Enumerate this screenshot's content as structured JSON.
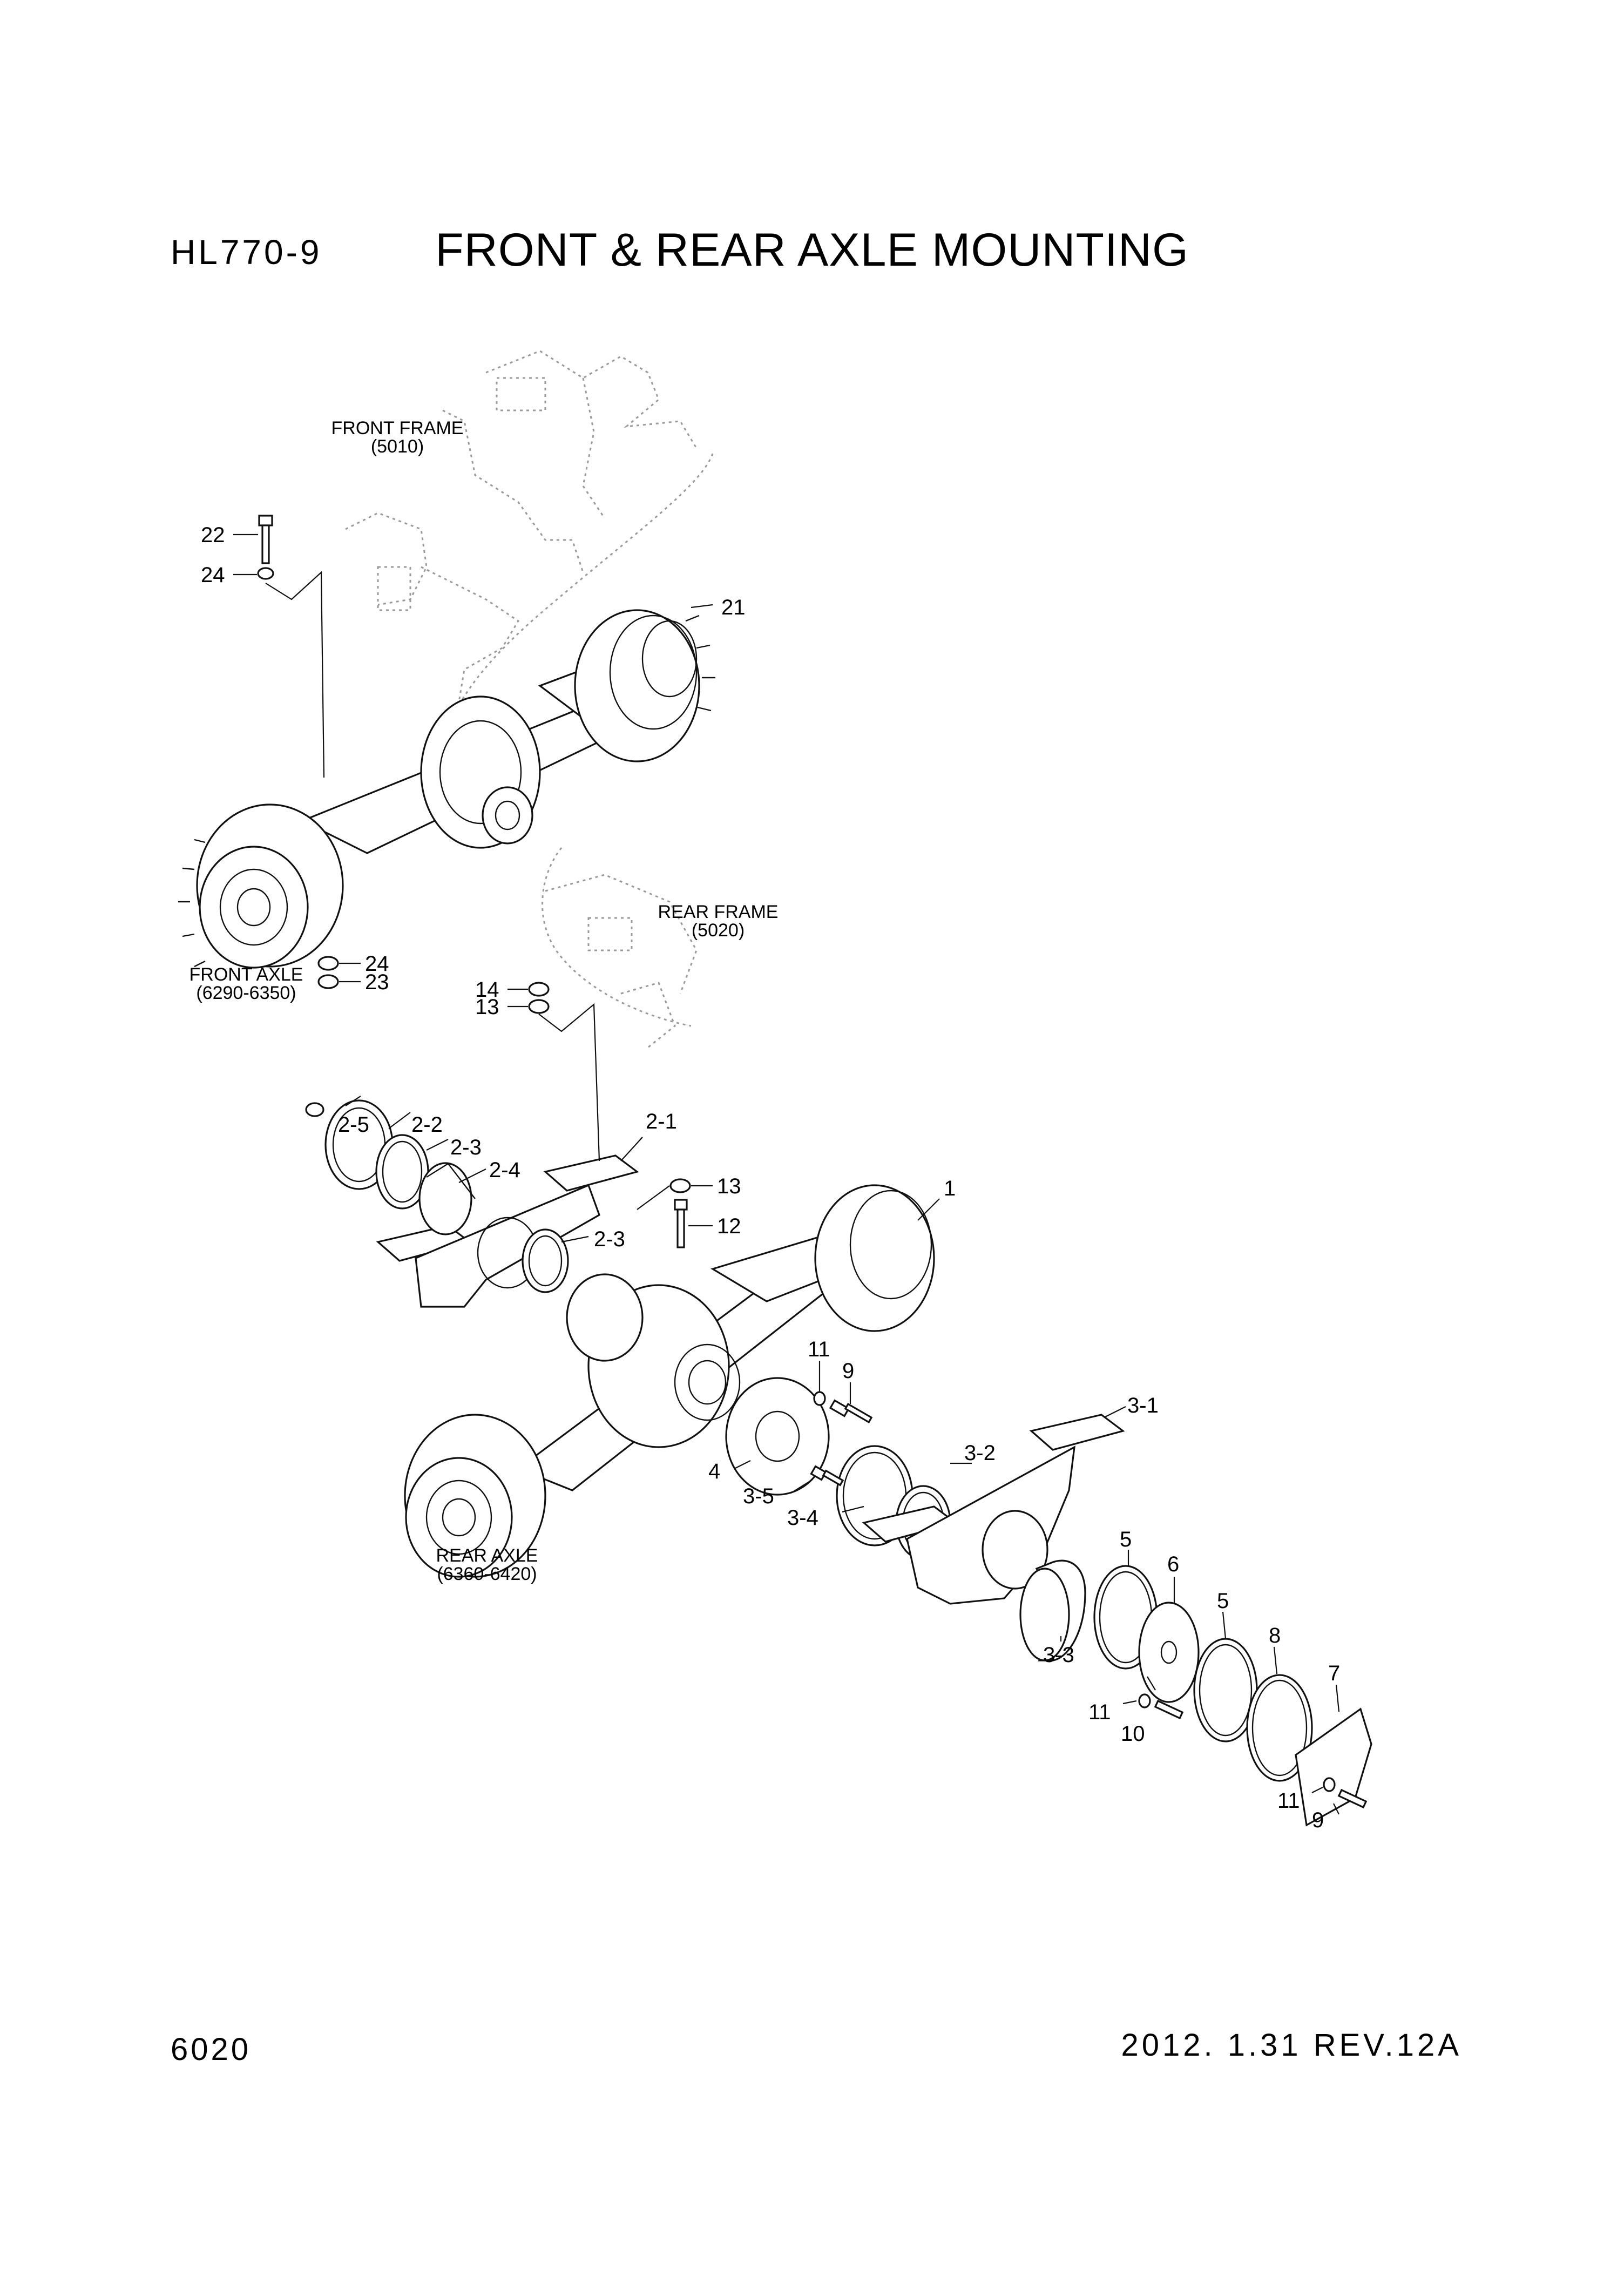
{
  "header": {
    "model": "HL770-9",
    "title": "FRONT & REAR AXLE MOUNTING"
  },
  "footer": {
    "page": "6020",
    "revision": "2012. 1.31 REV.12A"
  },
  "captions": {
    "front_frame": [
      "FRONT FRAME",
      "(5010)"
    ],
    "rear_frame": [
      "REAR FRAME",
      "(5020)"
    ],
    "front_axle": [
      "FRONT AXLE",
      "(6290-6350)"
    ],
    "rear_axle": [
      "REAR AXLE",
      "(6360-6420)"
    ]
  },
  "callouts": [
    "22",
    "24",
    "21",
    "24",
    "23",
    "14",
    "13",
    "2-5",
    "2-2",
    "2-3",
    "2-4",
    "2-1",
    "13",
    "12",
    "2-3",
    "1",
    "11",
    "9",
    "4",
    "3-5",
    "3-4",
    "3-2",
    "3-1",
    "5",
    "6",
    "5",
    "8",
    "7",
    "3-3",
    "11",
    "10",
    "11",
    "9"
  ]
}
